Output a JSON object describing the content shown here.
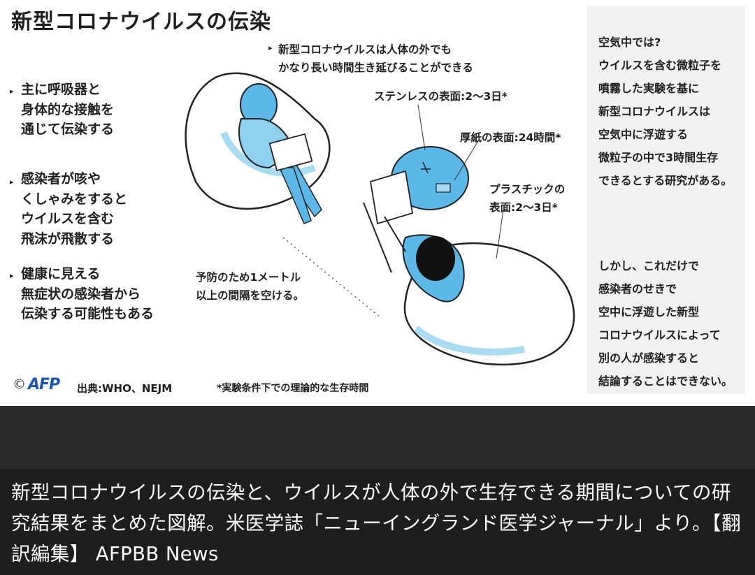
{
  "infographic": {
    "title": "新型コロナウイルスの伝染",
    "left_points": [
      "主に呼吸器と\n身体的な接触を\n通じて伝染する",
      "感染者が咳や\nくしゃみをすると\nウイルスを含む\n飛沫が飛散する",
      "健康に見える\n無症状の感染者から\n伝染する可能性もある"
    ],
    "top_note": "新型コロナウイルスは人体の外でも\nかなり長い時間生き延びることができる",
    "stainless": "ステンレスの表面:2〜3日*",
    "cardboard": "厚紙の表面:24時間*",
    "plastic": "プラスチックの\n表面:2〜3日*",
    "distance": "予防のため1メートル\n以上の間隔を空ける。",
    "air_panel": "空気中では?\nウイルスを含む微粒子を\n噴霧した実験を基に\n新型コロナウイルスは\n空気中に浮遊する\n微粒子の中で3時間生存\nできるとする研究がある。",
    "however_panel": "しかし、これだけで\n感染者のせきで\n空中に浮遊した新型\nコロナウイルスによって\n別の人が感染すると\n結論することはできない。",
    "copyright": "©",
    "logo": "AFP",
    "source": "出典:WHO、NEJM",
    "footnote": "*実験条件下での理論的な生存時間",
    "accent_color": "#5bb8e8"
  },
  "caption": "新型コロナウイルスの伝染と、ウイルスが人体の外で生存できる期間についての研究結果をまとめた図解。米医学誌「ニューイングランド医学ジャーナル」より。【翻訳編集】 AFPBB News"
}
